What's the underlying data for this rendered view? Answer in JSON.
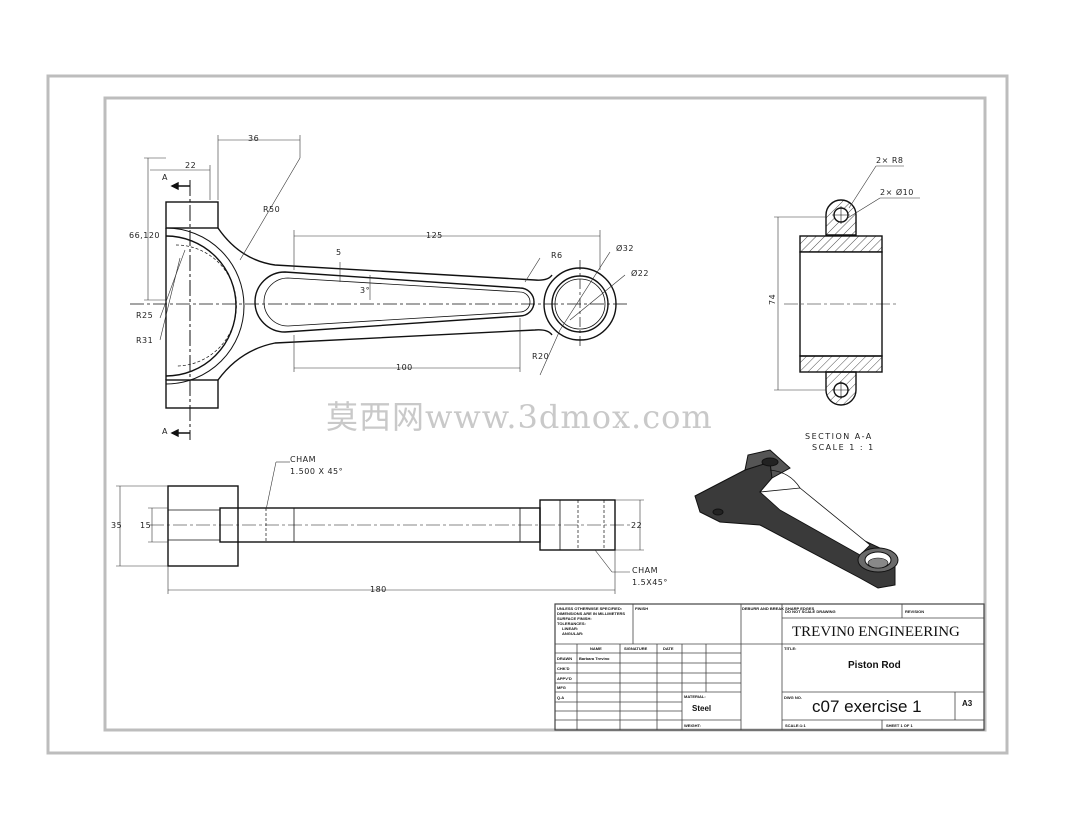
{
  "drawing": {
    "dimensions_front": {
      "d36": "36",
      "d22": "22",
      "r50": "R50",
      "d66_120": "66,120",
      "d125": "125",
      "d5": "5",
      "ang3": "3°",
      "r6": "R6",
      "phi32": "Ø32",
      "phi22": "Ø22",
      "r25": "R25",
      "r31": "R31",
      "r20": "R20",
      "d100": "100",
      "sec_a_top": "A",
      "sec_a_bottom": "A"
    },
    "dimensions_section": {
      "r8": "2× R8",
      "phi10": "2× Ø10",
      "d74": "74",
      "label": "SECTION A-A",
      "scale": "SCALE 1 : 1"
    },
    "dimensions_top": {
      "cham1": "CHAM",
      "cham1_val": "1.500 X 45°",
      "d35": "35",
      "d15": "15",
      "d22": "22",
      "cham2": "CHAM",
      "cham2_val": "1.5X45°",
      "d180": "180"
    },
    "watermark": "莫西网www.3dmox.com"
  },
  "title_block": {
    "notes": [
      "UNLESS OTHERWISE SPECIFIED:",
      "DIMENSIONS ARE IN MILLIMETERS",
      "SURFACE FINISH:",
      "TOLERANCES:",
      "LINEAR:",
      "ANGULAR:"
    ],
    "finish": "FINISH",
    "deburr": "DEBURR AND BREAK SHARP EDGES",
    "do_not_scale": "DO NOT SCALE DRAWING",
    "revision": "REVISION",
    "company": "TREVIN0 ENGINEERING",
    "col_name": "NAME",
    "col_signature": "SIGNATURE",
    "col_date": "DATE",
    "rows": [
      "DRAWN",
      "CHK'D",
      "APPV'D",
      "MFG",
      "Q.A"
    ],
    "drawn_name": "Barbara Trevino",
    "title_label": "TITLE:",
    "title": "Piston Rod",
    "material_label": "MATERIAL:",
    "material": "Steel",
    "weight_label": "WEIGHT:",
    "dwg_label": "DWG NO.",
    "dwg_no": "c07 exercise 1",
    "size": "A3",
    "scale": "SCALE:1:1",
    "sheet": "SHEET 1 OF 1"
  }
}
